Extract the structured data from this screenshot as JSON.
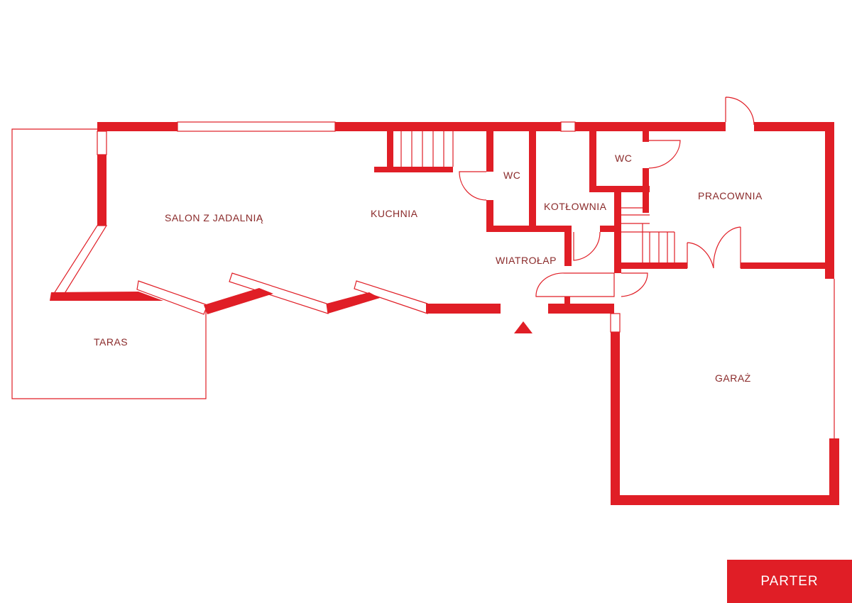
{
  "rooms": {
    "salon": "SALON Z JADALNIĄ",
    "kuchnia": "KUCHNIA",
    "wc1": "WC",
    "wc2": "WC",
    "kotlownia": "KOTŁOWNIA",
    "wiatrolap": "WIATROŁAP",
    "pracownia": "PRACOWNIA",
    "taras": "TARAS",
    "garaz": "GARAŻ"
  },
  "floor_label": "PARTER",
  "colors": {
    "wall": "#e01e26",
    "label": "#8a2a2a"
  }
}
